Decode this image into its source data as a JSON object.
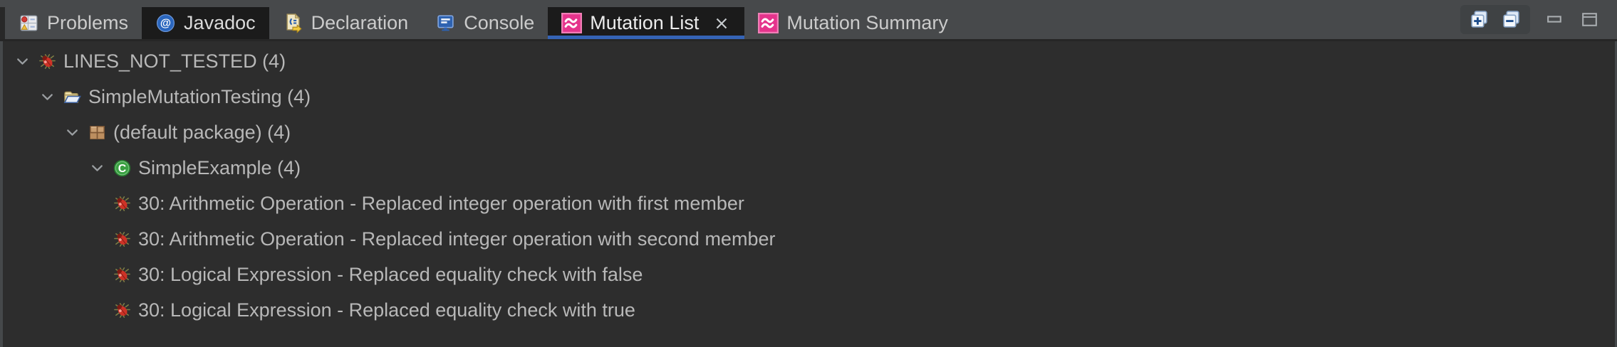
{
  "tabbar": {
    "tabs": [
      {
        "label": "Problems",
        "icon": "problems-icon"
      },
      {
        "label": "Javadoc",
        "icon": "javadoc-icon"
      },
      {
        "label": "Declaration",
        "icon": "declaration-icon"
      },
      {
        "label": "Console",
        "icon": "console-icon"
      },
      {
        "label": "Mutation List",
        "icon": "mutation-icon",
        "closable": true,
        "active": true
      },
      {
        "label": "Mutation Summary",
        "icon": "mutation-icon"
      }
    ]
  },
  "toolbar": {
    "icons": [
      "expand-all-icon",
      "collapse-all-icon",
      "minimize-icon",
      "maximize-icon"
    ]
  },
  "tree": {
    "rows": [
      {
        "level": 0,
        "expanded": true,
        "icon": "bug-icon",
        "label": "LINES_NOT_TESTED (4)"
      },
      {
        "level": 1,
        "expanded": true,
        "icon": "open-folder-icon",
        "label": "SimpleMutationTesting (4)"
      },
      {
        "level": 2,
        "expanded": true,
        "icon": "package-icon",
        "label": "(default package) (4)"
      },
      {
        "level": 3,
        "expanded": true,
        "icon": "class-icon",
        "label": "SimpleExample (4)"
      },
      {
        "level": 4,
        "expanded": null,
        "icon": "bug-icon",
        "label": "30: Arithmetic Operation - Replaced integer operation with first member"
      },
      {
        "level": 4,
        "expanded": null,
        "icon": "bug-icon",
        "label": "30: Arithmetic Operation - Replaced integer operation with second member"
      },
      {
        "level": 4,
        "expanded": null,
        "icon": "bug-icon",
        "label": "30: Logical Expression - Replaced equality check with false"
      },
      {
        "level": 4,
        "expanded": null,
        "icon": "bug-icon",
        "label": "30: Logical Expression - Replaced equality check with true"
      }
    ]
  },
  "colors": {
    "tabbar_bg": "#47494B",
    "active_tab_bg": "#1B1B1B",
    "tab_underline_blue": "#3563B5",
    "content_bg": "#2D2D2D",
    "mutation_pink": "#E5338C",
    "bug_red": "#CE3226",
    "class_green": "#3AA042",
    "package_tan": "#C99F72",
    "folder_cream": "#EADCA6",
    "console_blue": "#2E62B0"
  }
}
